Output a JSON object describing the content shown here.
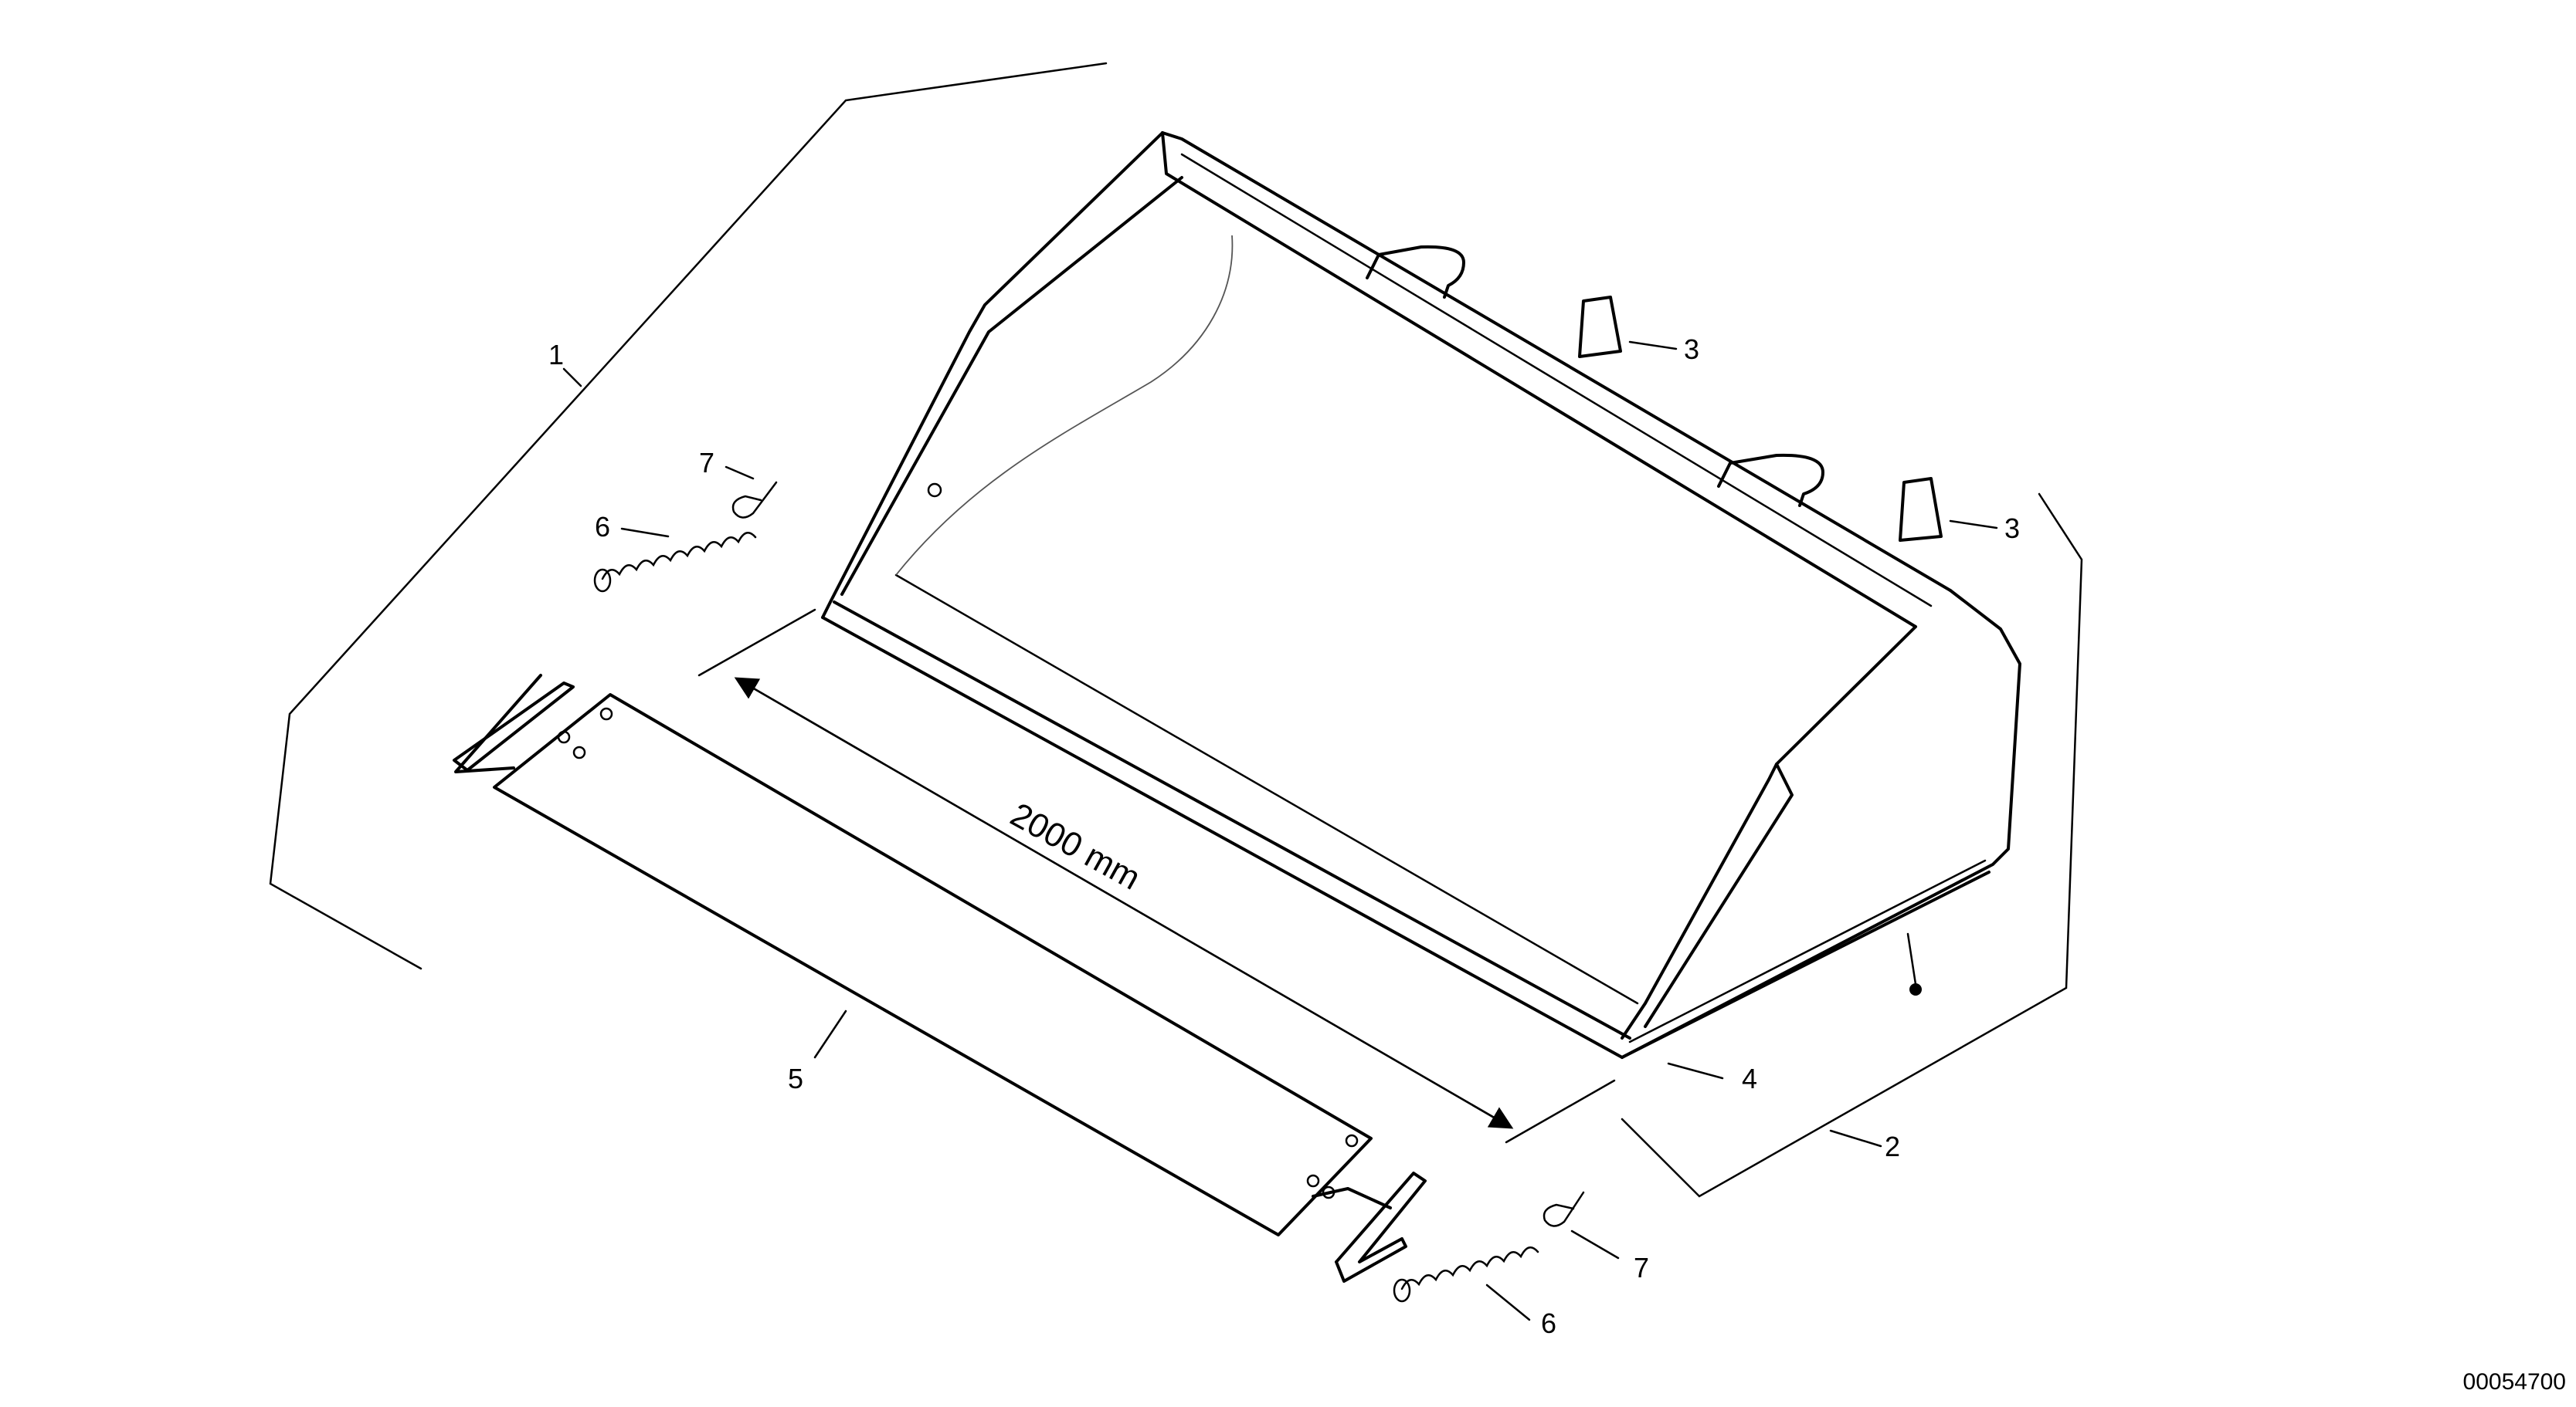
{
  "diagram": {
    "dimension_label": "2000 mm",
    "drawing_number": "00054700",
    "callouts": [
      {
        "id": "c1",
        "label": "1"
      },
      {
        "id": "c2",
        "label": "2"
      },
      {
        "id": "c3a",
        "label": "3"
      },
      {
        "id": "c3b",
        "label": "3"
      },
      {
        "id": "c4",
        "label": "4"
      },
      {
        "id": "c5",
        "label": "5"
      },
      {
        "id": "c6a",
        "label": "6"
      },
      {
        "id": "c6b",
        "label": "6"
      },
      {
        "id": "c7a",
        "label": "7"
      },
      {
        "id": "c7b",
        "label": "7"
      }
    ]
  }
}
